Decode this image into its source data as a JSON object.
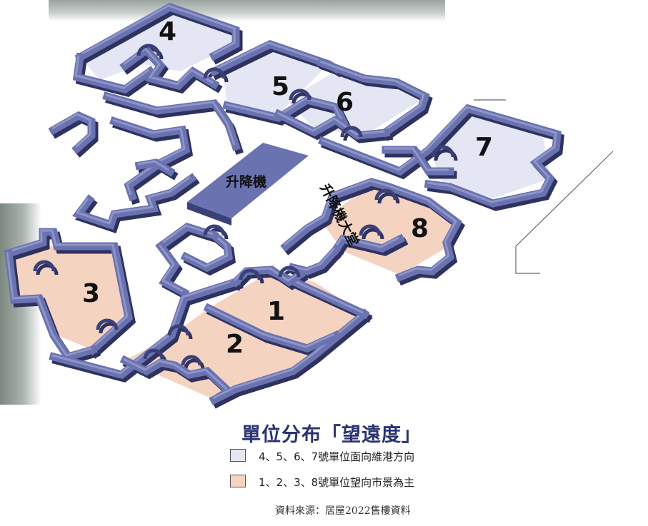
{
  "diagram": {
    "units": [
      {
        "number": "4",
        "view": "harbour"
      },
      {
        "number": "5",
        "view": "harbour"
      },
      {
        "number": "6",
        "view": "harbour"
      },
      {
        "number": "7",
        "view": "harbour"
      },
      {
        "number": "8",
        "view": "city"
      },
      {
        "number": "3",
        "view": "city"
      },
      {
        "number": "1",
        "view": "city"
      },
      {
        "number": "2",
        "view": "city"
      }
    ],
    "lift_label": "升降機",
    "lobby_label": "升降機大堂"
  },
  "legend": {
    "title": "單位分布「望遠度」",
    "items": [
      {
        "text": "4、5、6、7號單位面向維港方向",
        "color": "#e4e7f3"
      },
      {
        "text": "1、2、3、8號單位望向市景為主",
        "color": "#f5d3c1"
      }
    ]
  },
  "source": "資料來源：居屋2022售樓資料",
  "colors": {
    "wall": "#6a72b0",
    "wall_dark": "#3a4078",
    "harbour_unit": "#e4e7f3",
    "city_unit": "#f5d3c1",
    "lift": "#6a72b0"
  }
}
